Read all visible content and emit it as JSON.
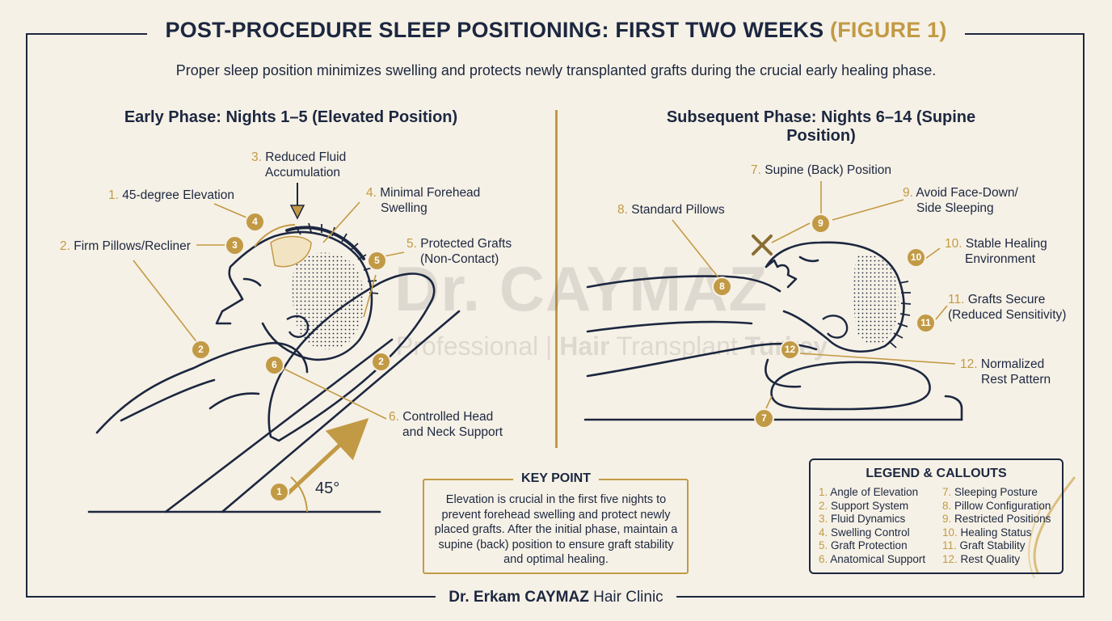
{
  "title": {
    "main": "POST-PROCEDURE SLEEP POSITIONING: FIRST TWO WEEKS",
    "figure": "(FIGURE 1)"
  },
  "subtitle": "Proper sleep position minimizes swelling and protects newly transplanted grafts during the crucial early healing phase.",
  "left_phase": {
    "heading": "Early Phase: Nights 1–5 (Elevated Position)",
    "angle_label": "45°",
    "callouts": [
      {
        "num": "1.",
        "text": "45-degree Elevation"
      },
      {
        "num": "2.",
        "text": "Firm Pillows/Recliner"
      },
      {
        "num": "3.",
        "line1": "Reduced Fluid",
        "line2": "Accumulation"
      },
      {
        "num": "4.",
        "line1": "Minimal Forehead",
        "line2": "Swelling"
      },
      {
        "num": "5.",
        "line1": "Protected Grafts",
        "line2": "(Non-Contact)"
      },
      {
        "num": "6.",
        "line1": "Controlled Head",
        "line2": "and Neck Support"
      }
    ],
    "badges": [
      "1",
      "2",
      "2",
      "3",
      "4",
      "5",
      "6"
    ]
  },
  "right_phase": {
    "heading": "Subsequent Phase: Nights 6–14 (Supine Position)",
    "callouts": [
      {
        "num": "7.",
        "text": "Supine (Back) Position"
      },
      {
        "num": "8.",
        "text": "Standard Pillows"
      },
      {
        "num": "9.",
        "line1": "Avoid Face-Down/",
        "line2": "Side Sleeping"
      },
      {
        "num": "10.",
        "line1": "Stable Healing",
        "line2": "Environment"
      },
      {
        "num": "11.",
        "line1": "Grafts Secure",
        "line2": "(Reduced Sensitivity)"
      },
      {
        "num": "12.",
        "line1": "Normalized",
        "line2": "Rest Pattern"
      }
    ],
    "badges": [
      "7",
      "8",
      "9",
      "10",
      "11",
      "12"
    ]
  },
  "key_point": {
    "heading": "KEY POINT",
    "text": "Elevation is crucial in the first five nights to prevent forehead swelling and protect newly placed grafts. After the initial phase, maintain a supine (back) position to ensure graft stability and optimal healing."
  },
  "legend": {
    "title": "LEGEND & CALLOUTS",
    "left": [
      {
        "num": "1.",
        "label": "Angle of Elevation"
      },
      {
        "num": "2.",
        "label": "Support System"
      },
      {
        "num": "3.",
        "label": "Fluid Dynamics"
      },
      {
        "num": "4.",
        "label": "Swelling Control"
      },
      {
        "num": "5.",
        "label": "Graft Protection"
      },
      {
        "num": "6.",
        "label": "Anatomical Support"
      }
    ],
    "right": [
      {
        "num": "7.",
        "label": "Sleeping Posture"
      },
      {
        "num": "8.",
        "label": "Pillow Configuration"
      },
      {
        "num": "9.",
        "label": "Restricted Positions"
      },
      {
        "num": "10.",
        "label": "Healing Status"
      },
      {
        "num": "11.",
        "label": "Graft Stability"
      },
      {
        "num": "12.",
        "label": "Rest Quality"
      }
    ]
  },
  "footer": {
    "bold": "Dr. Erkam CAYMAZ",
    "rest": " Hair Clinic"
  },
  "watermark": {
    "line1": "Dr. CAYMAZ",
    "line2a": "Professional | ",
    "line2b": "Hair",
    "line2c": " Transplant ",
    "line2d": "Turkey"
  },
  "colors": {
    "navy": "#1c2740",
    "gold": "#c29a45",
    "background": "#f6f1e6"
  }
}
